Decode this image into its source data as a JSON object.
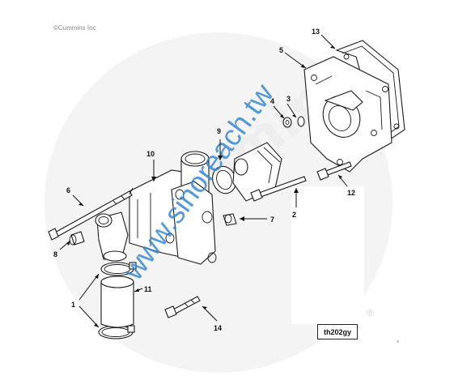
{
  "copyright": "©Cummins Inc",
  "watermark": {
    "brand": "Cummins",
    "site": "www.sinoreach.tw"
  },
  "drawing_code": "th202gy",
  "registered_mark": "®",
  "corner_mark": "'",
  "callouts": [
    {
      "id": "c1",
      "label": "1"
    },
    {
      "id": "c2",
      "label": "2"
    },
    {
      "id": "c3",
      "label": "3"
    },
    {
      "id": "c4",
      "label": "4"
    },
    {
      "id": "c5",
      "label": "5"
    },
    {
      "id": "c6",
      "label": "6"
    },
    {
      "id": "c7",
      "label": "7"
    },
    {
      "id": "c8",
      "label": "8"
    },
    {
      "id": "c9",
      "label": "9"
    },
    {
      "id": "c10",
      "label": "10"
    },
    {
      "id": "c11",
      "label": "11"
    },
    {
      "id": "c12",
      "label": "12"
    },
    {
      "id": "c13",
      "label": "13"
    },
    {
      "id": "c14",
      "label": "14"
    }
  ]
}
